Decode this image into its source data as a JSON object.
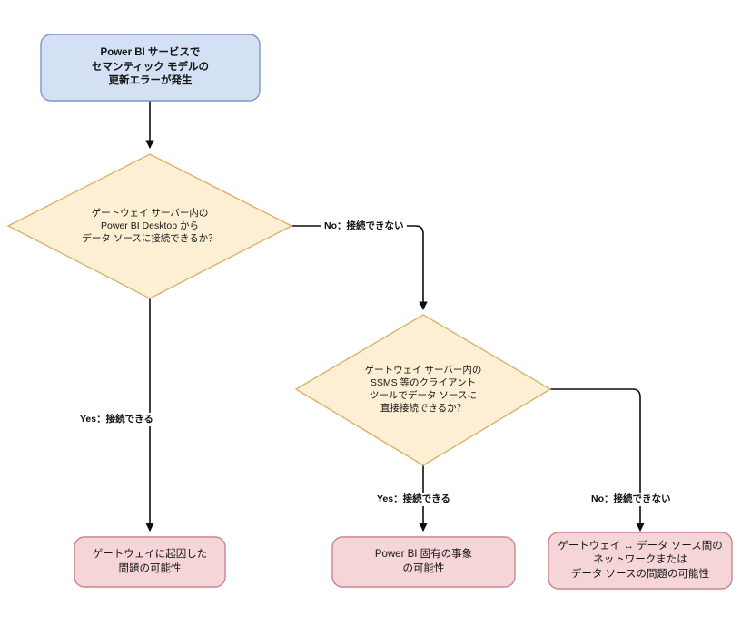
{
  "diagram": {
    "type": "flowchart",
    "orientation": "top-down",
    "background": "#ffffff",
    "palette": {
      "process_fill": "#d4e1f5",
      "process_stroke": "#7d97c8",
      "decision_fill": "#fcefd3",
      "decision_stroke": "#d9b36c",
      "result_fill": "#f5d5d7",
      "result_stroke": "#c9868c",
      "connector": "#0d0d0d",
      "text": "#171717"
    }
  },
  "nodes": {
    "start": {
      "id": "start",
      "shape": "rounded-rectangle",
      "role": "process",
      "text": "Power BI サービスで\nセマンティック モデルの\n更新エラーが発生"
    },
    "decision1": {
      "id": "decision1",
      "shape": "diamond",
      "role": "decision",
      "text": "ゲートウェイ サーバー内の\nPower BI Desktop から\nデータ ソースに接続できるか？"
    },
    "decision2": {
      "id": "decision2",
      "shape": "diamond",
      "role": "decision",
      "text": "ゲートウェイ サーバー内の\nSSMS 等のクライアント\nツールでデータ ソースに\n直接接続できるか？"
    },
    "result1": {
      "id": "result1",
      "shape": "rounded-rectangle",
      "role": "result",
      "text": "ゲートウェイに起因した\n問題の可能性"
    },
    "result2": {
      "id": "result2",
      "shape": "rounded-rectangle",
      "role": "result",
      "text": "Power BI 固有の事象\nの可能性"
    },
    "result3": {
      "id": "result3",
      "shape": "rounded-rectangle",
      "role": "result",
      "text": "ゲートウェイ ↔ データ ソース間の\nネットワークまたは\nデータ ソースの問題の可能性"
    }
  },
  "edges": [
    {
      "id": "edge-start-decision1",
      "from": "start",
      "to": "decision1",
      "label": ""
    },
    {
      "id": "edge-decision1-decision2",
      "from": "decision1",
      "to": "decision2",
      "label": "No：接続できない"
    },
    {
      "id": "edge-decision1-result1",
      "from": "decision1",
      "to": "result1",
      "label": "Yes：接続できる"
    },
    {
      "id": "edge-decision2-result2",
      "from": "decision2",
      "to": "result2",
      "label": "Yes：接続できる"
    },
    {
      "id": "edge-decision2-result3",
      "from": "decision2",
      "to": "result3",
      "label": "No：接続できない"
    }
  ]
}
